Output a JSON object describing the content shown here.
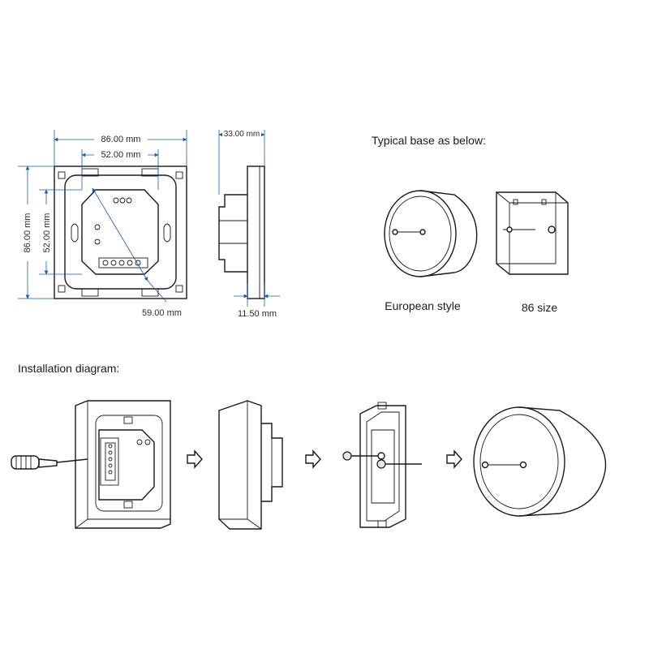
{
  "dimensions": {
    "front_width": "86.00 mm",
    "inner_width": "52.00 mm",
    "front_height": "86.00 mm",
    "inner_height": "52.00 mm",
    "hole_spacing": "59.00 mm",
    "side_depth": "33.00 mm",
    "panel_thickness": "11.50 mm"
  },
  "bases": {
    "heading": "Typical base as below:",
    "european_label": "European style",
    "size86_label": "86 size"
  },
  "installation": {
    "heading": "Installation diagram:"
  },
  "colors": {
    "dimension_lines": "#1a5aa8",
    "line_art": "#1a1a1a"
  }
}
